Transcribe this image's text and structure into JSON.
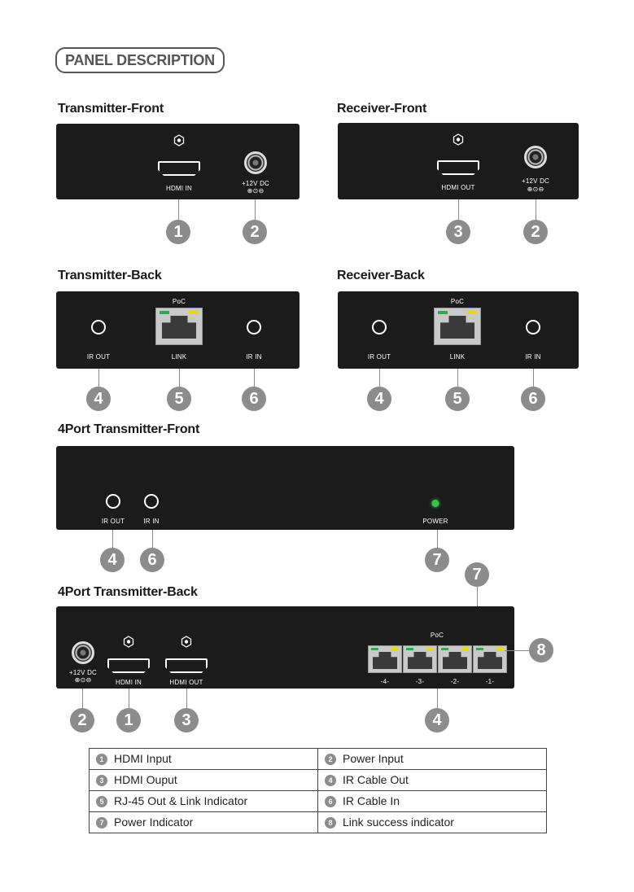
{
  "page_title": "PANEL DESCRIPTION",
  "sections": {
    "tx_front": "Transmitter-Front",
    "rx_front": "Receiver-Front",
    "tx_back": "Transmitter-Back",
    "rx_back": "Receiver-Back",
    "tx4_front": "4Port Transmitter-Front",
    "tx4_back": "4Port Transmitter-Back"
  },
  "port_labels": {
    "hdmi_in": "HDMI IN",
    "hdmi_out": "HDMI OUT",
    "dc": "+12V DC",
    "dc_polarity": "⊕⊙⊖",
    "poc": "PoC",
    "link": "LINK",
    "ir_out": "IR OUT",
    "ir_in": "IR IN",
    "power": "POWER",
    "port4": "-4-",
    "port3": "-3-",
    "port2": "-2-",
    "port1": "-1-"
  },
  "callouts": {
    "n1": "1",
    "n2": "2",
    "n3": "3",
    "n4": "4",
    "n5": "5",
    "n6": "6",
    "n7": "7",
    "n8": "8"
  },
  "legend": [
    {
      "num": "1",
      "text": "HDMI Input"
    },
    {
      "num": "2",
      "text": "Power Input"
    },
    {
      "num": "3",
      "text": "HDMI Ouput"
    },
    {
      "num": "4",
      "text": "IR Cable Out"
    },
    {
      "num": "5",
      "text": "RJ-45 Out & Link Indicator"
    },
    {
      "num": "6",
      "text": "IR Cable In"
    },
    {
      "num": "7",
      "text": "Power Indicator"
    },
    {
      "num": "8",
      "text": "Link success indicator"
    }
  ],
  "colors": {
    "panel": "#1b1b1b",
    "callout": "#8c8c8c",
    "led_green": "#2fa84f",
    "led_yellow": "#e8d51c",
    "power_led": "#3cc24d"
  }
}
